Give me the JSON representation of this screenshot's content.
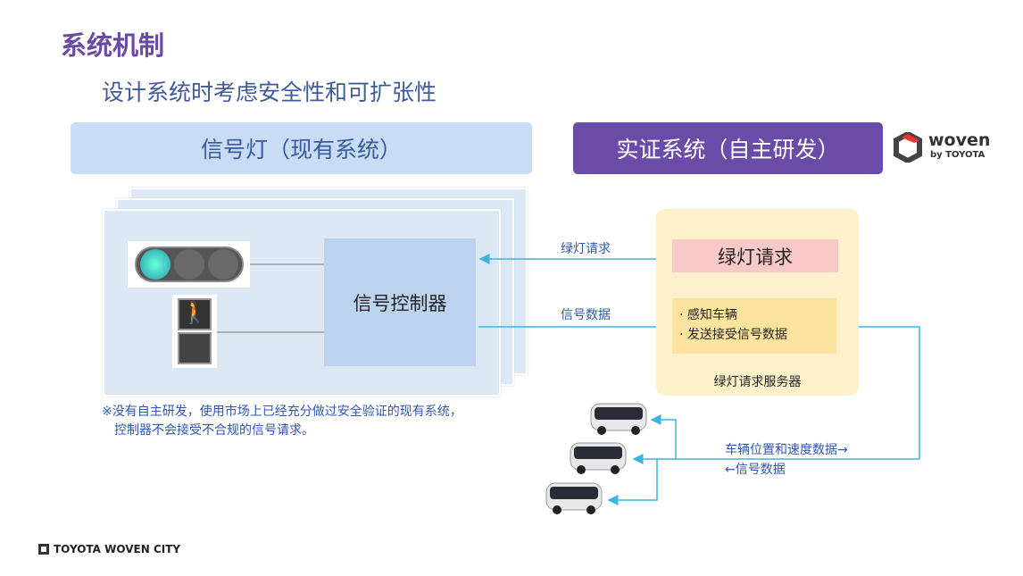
{
  "title": "系统机制",
  "subtitle": "设计系统时考虑安全性和可扩张性",
  "left_header": "信号灯（现有系统）",
  "right_header": "实证系统（自主研发）",
  "logo": {
    "brand": "woven",
    "sub": "by TOYOTA"
  },
  "controller": "信号控制器",
  "arrow_labels": {
    "green_request": "绿灯请求",
    "signal_data": "信号数据",
    "vehicle_data": "车辆位置和速度数据→",
    "signal_back": "←信号数据"
  },
  "server": {
    "request_box": "绿灯请求",
    "items": [
      "· 感知车辆",
      "· 发送接受信号数据"
    ],
    "label": "绿灯请求服务器"
  },
  "note": [
    "※没有自主研发，使用市场上已经充分做过安全验证的现有系统，",
    "控制器不会接受不合规的信号请求。"
  ],
  "footer": "TOYOTA WOVEN CITY",
  "colors": {
    "accent": "#6b4ba8",
    "arrow": "#3bb5e0"
  }
}
